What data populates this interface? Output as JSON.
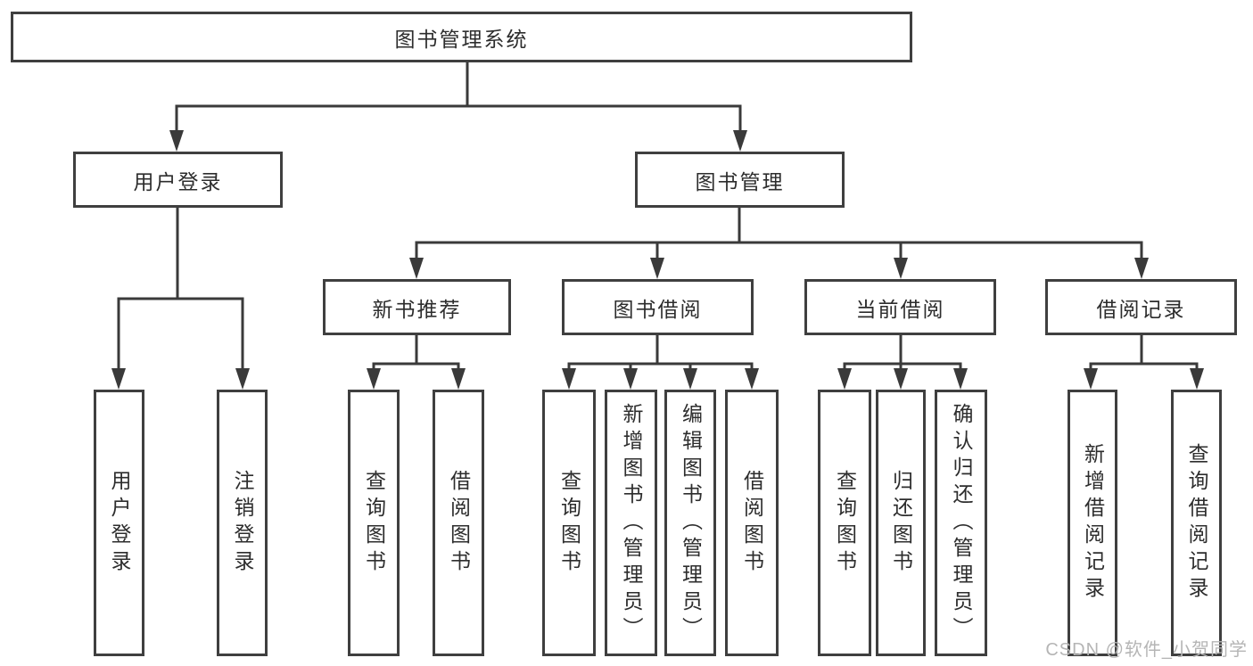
{
  "diagram_title": "图书管理系统",
  "colors": {
    "line": "#3a3a3a",
    "box_border": "#3f3f3f",
    "box_background": "#ffffff",
    "text": "#2d2d2d",
    "watermark": "#b5b5b5"
  },
  "tree": {
    "label": "图书管理系统",
    "children": [
      {
        "label": "用户登录",
        "children": [
          {
            "label": "用户登录"
          },
          {
            "label": "注销登录"
          }
        ]
      },
      {
        "label": "图书管理",
        "children": [
          {
            "label": "新书推荐",
            "children": [
              {
                "label": "查询图书"
              },
              {
                "label": "借阅图书"
              }
            ]
          },
          {
            "label": "图书借阅",
            "children": [
              {
                "label": "查询图书"
              },
              {
                "label": "新增图书（管理员）"
              },
              {
                "label": "编辑图书（管理员）"
              },
              {
                "label": "借阅图书"
              }
            ]
          },
          {
            "label": "当前借阅",
            "children": [
              {
                "label": "查询图书"
              },
              {
                "label": "归还图书"
              },
              {
                "label": "确认归还（管理员）"
              }
            ]
          },
          {
            "label": "借阅记录",
            "children": [
              {
                "label": "新增借阅记录"
              },
              {
                "label": "查询借阅记录"
              }
            ]
          }
        ]
      }
    ]
  },
  "watermark": {
    "text": "CSDN @软件_小贺同学"
  }
}
